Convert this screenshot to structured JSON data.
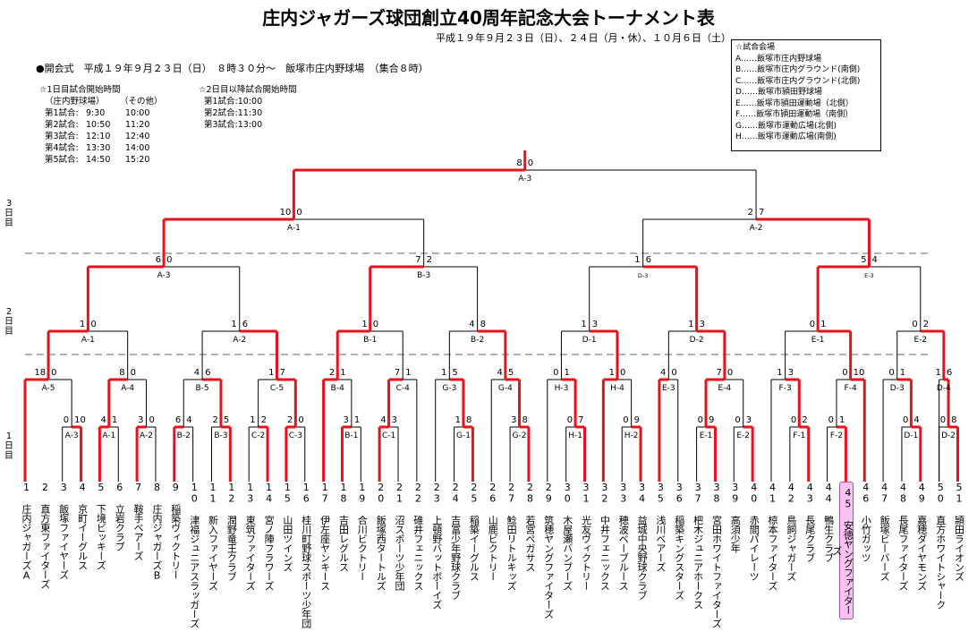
{
  "title": "庄内ジャガーズ球団創立40周年記念大会トーナメント表",
  "dates": "平成１９年９月２３日（日）、２４日（月・休）、１０月６日（土）",
  "ceremony": "●開会式　平成１９年９月２３日（日）　８時３０分～　飯塚市庄内野球場　（集合８時）",
  "day1_schedule": {
    "header": "☆1日目試合開始時間",
    "col1_header": "（庄内野球場）",
    "col2_header": "（その他）",
    "rows": [
      {
        "label": "第1試合:",
        "t1": "9:30",
        "t2": "10:00"
      },
      {
        "label": "第2試合:",
        "t1": "10:50",
        "t2": "11:20"
      },
      {
        "label": "第3試合:",
        "t1": "12:10",
        "t2": "12:40"
      },
      {
        "label": "第4試合:",
        "t1": "13:30",
        "t2": "14:00"
      },
      {
        "label": "第5試合:",
        "t1": "14:50",
        "t2": "15:20"
      }
    ]
  },
  "day2_schedule": {
    "header": "☆2日目以降試合開始時間",
    "rows": [
      "第1試合:10:00",
      "第2試合:11:30",
      "第3試合:13:00"
    ]
  },
  "venues": {
    "header": "☆試合会場",
    "items": [
      "A‥‥‥飯塚市庄内野球場",
      "B‥‥‥飯塚市庄内グラウンド(南側)",
      "C‥‥‥飯塚市庄内グラウンド(北側)",
      "D‥‥‥飯塚市頴田野球場",
      "E‥‥‥飯塚市頴田運動場（北側）",
      "F‥‥‥飯塚市頴田運動場（南側）",
      "G‥‥‥飯塚市運動広場(北側)",
      "H‥‥‥飯塚市運動広場(南側)"
    ]
  },
  "day_labels": [
    "3日目",
    "2日目",
    "1日目"
  ],
  "teams": [
    "1 庄内ジャガーズA",
    "2 直方東ファイターズ",
    "3 飯塚ファイヤーズ",
    "4 京町イーグルス",
    "5 下境ビッキーズ",
    "6 立岩クラブ",
    "7 鞍手ベアーズ",
    "8 庄内ジャガーズB",
    "9 稲築ヴィクトリー",
    "10 津福ジュニアスラッガーズ",
    "11 新入ファイヤーズ",
    "12 潤野竜王クラブ",
    "13 東筑ファイターズ",
    "14 宮ノ陣フラワーズ",
    "15 山田ツインズ",
    "16 桂川町野球スポーツ少年団",
    "17 伊左座ヤンキース",
    "18 吉田レグルス",
    "19 合川ビクトリー",
    "20 飯塚西タートルズ",
    "21 沼スポーツ少年団",
    "22 碓井フェニックス",
    "23 上頓野バットボーイズ",
    "24 吉冨少年野球クラブ",
    "25 稲築イーグルス",
    "26 山鹿ビクトリー",
    "27 鯰田リトルキッズ",
    "28 若宮ペガサス",
    "29 筑穂ヤングファイターズ",
    "30 木屋瀬バンブーズ",
    "31 光友ヴィクトリー",
    "32 中井フェニックス",
    "33 穂波ベーブルース",
    "34 益城中央野球クラブ",
    "35 浅川ベアーズ",
    "36 稲築キングスターズ",
    "37 杷木ジュニアホークス",
    "38 宮田ホワイトファイターズ",
    "39 高須少年",
    "40 赤間パイレーツ",
    "41 椋本ファイターズ",
    "42 鳥飼ジャガーズ",
    "43 長尾クラブ",
    "44 鴨生クラブ",
    "45 安徳ヤングファイターズ",
    "46 小竹ガッツ",
    "47 飯塚ビーバーズ",
    "48 長尾ファイターズ",
    "49 嘉穂ダイヤモンズ",
    "50 直方ホワイトシャーク",
    "51 頴田ライオンズ"
  ],
  "highlight_team": "45 安徳ヤングファイターズ",
  "games": [
    {
      "id": "A-3",
      "s1": "0",
      "s2": "10"
    },
    {
      "id": "A-1",
      "s1": "4",
      "s2": "1"
    },
    {
      "id": "A-2",
      "s1": "3",
      "s2": "0"
    },
    {
      "id": "B-2",
      "s1": "6",
      "s2": "4"
    },
    {
      "id": "B-3",
      "s1": "2",
      "s2": "5"
    },
    {
      "id": "C-2",
      "s1": "1",
      "s2": "2"
    },
    {
      "id": "C-3",
      "s1": "2",
      "s2": "0"
    },
    {
      "id": "B-1",
      "s1": "3",
      "s2": "1"
    },
    {
      "id": "C-1",
      "s1": "4",
      "s2": "3"
    },
    {
      "id": "G-1",
      "s1": "1",
      "s2": "8"
    },
    {
      "id": "G-2",
      "s1": "3",
      "s2": "8"
    },
    {
      "id": "H-1",
      "s1": "0",
      "s2": "7"
    },
    {
      "id": "H-2",
      "s1": "0",
      "s2": "9"
    },
    {
      "id": "E-1",
      "s1": "0",
      "s2": "9"
    },
    {
      "id": "E-2",
      "s1": "0",
      "s2": "3"
    },
    {
      "id": "F-1",
      "s1": "0",
      "s2": "2"
    },
    {
      "id": "F-2",
      "s1": "0",
      "s2": "1"
    },
    {
      "id": "D-1",
      "s1": "0",
      "s2": "4"
    },
    {
      "id": "D-2",
      "s1": "0",
      "s2": "8"
    },
    {
      "id": "A-5",
      "s1": "18",
      "s2": "0"
    },
    {
      "id": "A-4",
      "s1": "8",
      "s2": "0"
    },
    {
      "id": "B-5",
      "s1": "4",
      "s2": "6"
    },
    {
      "id": "C-5",
      "s1": "1",
      "s2": "7"
    },
    {
      "id": "B-4",
      "s1": "2",
      "s2": "1"
    },
    {
      "id": "C-4",
      "s1": "7",
      "s2": "1"
    },
    {
      "id": "G-3",
      "s1": "1",
      "s2": "5"
    },
    {
      "id": "G-4",
      "s1": "4",
      "s2": "5"
    },
    {
      "id": "H-3",
      "s1": "0",
      "s2": "1"
    },
    {
      "id": "H-4",
      "s1": "1",
      "s2": "0"
    },
    {
      "id": "E-3",
      "s1": "4",
      "s2": "0"
    },
    {
      "id": "E-4",
      "s1": "7",
      "s2": "0"
    },
    {
      "id": "F-3",
      "s1": "1",
      "s2": "3"
    },
    {
      "id": "F-4",
      "s1": "0",
      "s2": "10"
    },
    {
      "id": "D-3",
      "s1": "0",
      "s2": "1"
    },
    {
      "id": "D-4",
      "s1": "1",
      "s2": "6"
    },
    {
      "id": "A-1",
      "s1": "1",
      "s2": "0"
    },
    {
      "id": "A-2",
      "s1": "1",
      "s2": "6"
    },
    {
      "id": "B-1",
      "s1": "1",
      "s2": "0"
    },
    {
      "id": "B-2",
      "s1": "4",
      "s2": "8"
    },
    {
      "id": "D-1",
      "s1": "1",
      "s2": "3"
    },
    {
      "id": "D-2",
      "s1": "1",
      "s2": "3"
    },
    {
      "id": "E-1",
      "s1": "0",
      "s2": "1"
    },
    {
      "id": "E-2",
      "s1": "0",
      "s2": "2"
    },
    {
      "id": "A-3",
      "s1": "6",
      "s2": "0"
    },
    {
      "id": "B-3",
      "s1": "7",
      "s2": "2"
    },
    {
      "id": "D-3",
      "s1": "1",
      "s2": "6"
    },
    {
      "id": "E-3",
      "s1": "5",
      "s2": "4"
    },
    {
      "id": "A-1",
      "s1": "10",
      "s2": "0"
    },
    {
      "id": "A-2",
      "s1": "2",
      "s2": "7"
    },
    {
      "id": "A-3",
      "s1": "8",
      "s2": "0"
    }
  ],
  "colors": {
    "win_line": "#e8121b",
    "line": "#000000",
    "divider": "#9a9a9a",
    "highlight_bg": "#f6c3f2"
  }
}
